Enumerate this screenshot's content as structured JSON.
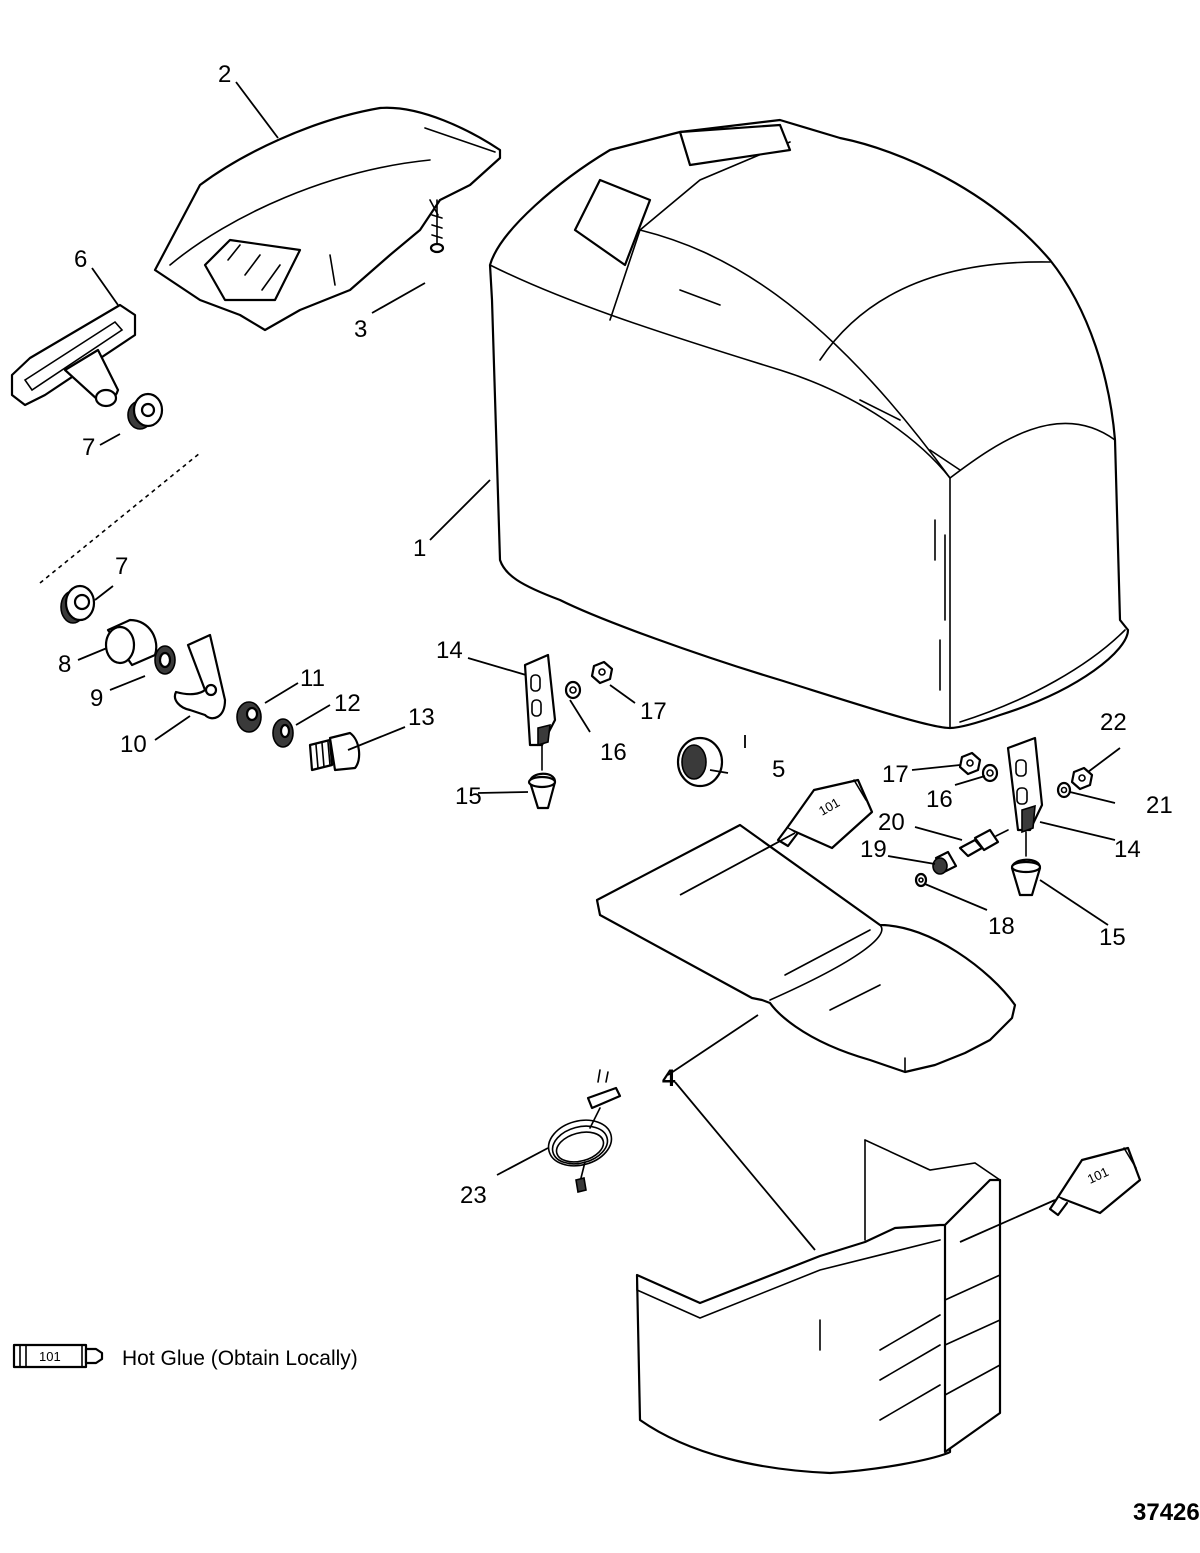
{
  "callouts": {
    "c1": "1",
    "c2": "2",
    "c3": "3",
    "c4": "4",
    "c5": "5",
    "c6": "6",
    "c7": "7",
    "c8": "8",
    "c9": "9",
    "c10": "10",
    "c11": "11",
    "c12": "12",
    "c13": "13",
    "c14": "14",
    "c15": "15",
    "c16": "16",
    "c17": "17",
    "c18": "18",
    "c19": "19",
    "c20": "20",
    "c21": "21",
    "c22": "22",
    "c23": "23"
  },
  "glue_tube_label": "101",
  "legend": {
    "label": "Hot Glue (Obtain Locally)"
  },
  "figure_number": "37426"
}
